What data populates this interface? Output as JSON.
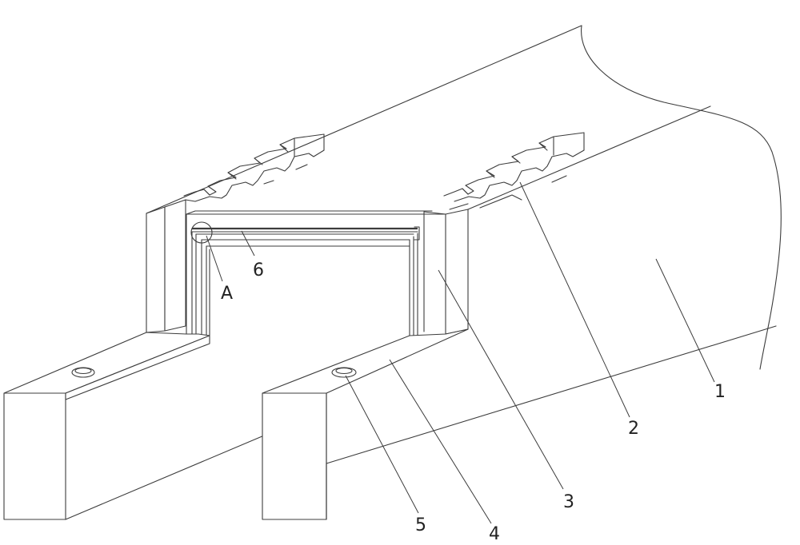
{
  "figure": {
    "labels": [
      {
        "id": "1",
        "text": "1"
      },
      {
        "id": "2",
        "text": "2"
      },
      {
        "id": "3",
        "text": "3"
      },
      {
        "id": "4",
        "text": "4"
      },
      {
        "id": "5",
        "text": "5"
      },
      {
        "id": "6",
        "text": "6"
      },
      {
        "id": "A",
        "text": "A"
      }
    ]
  }
}
